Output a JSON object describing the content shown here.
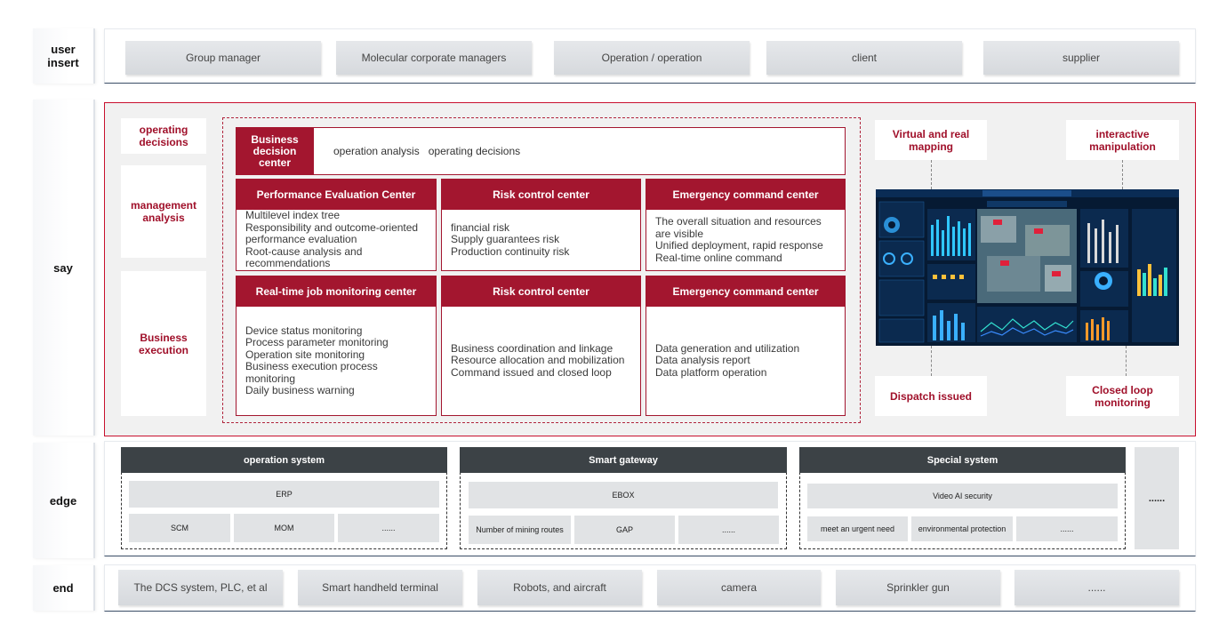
{
  "layers": {
    "user": "user insert",
    "say": "say",
    "edge": "edge",
    "end": "end"
  },
  "user_items": [
    "Group manager",
    "Molecular corporate managers",
    "Operation / operation",
    "client",
    "supplier"
  ],
  "say": {
    "left_labels": [
      "operating decisions",
      "management analysis",
      "Business execution"
    ],
    "decision_title": "Business decision center",
    "decision_text": "operation analysis   operating decisions",
    "cards": [
      {
        "title": "Performance Evaluation Center",
        "lines": [
          "Multilevel index tree",
          "Responsibility and outcome-oriented performance evaluation",
          "Root-cause analysis and recommendations"
        ]
      },
      {
        "title": "Risk control center",
        "lines": [
          "financial risk",
          "Supply guarantees risk",
          "Production continuity risk"
        ]
      },
      {
        "title": "Emergency command center",
        "lines": [
          "The overall situation and resources are visible",
          "Unified deployment, rapid response",
          "Real-time online command"
        ]
      },
      {
        "title": "Real-time job monitoring center",
        "lines": [
          "Device status monitoring",
          "Process parameter monitoring",
          "Operation site monitoring",
          "Business execution process monitoring",
          "Daily business warning"
        ]
      },
      {
        "title": "Risk control center",
        "lines": [
          "Business coordination and linkage",
          "Resource allocation and mobilization",
          "Command issued and closed loop"
        ]
      },
      {
        "title": "Emergency command center",
        "lines": [
          "Data generation and utilization",
          "Data analysis report",
          "Data platform operation"
        ]
      }
    ],
    "right_labels": [
      "Virtual and real mapping",
      "interactive manipulation",
      "Dispatch issued",
      "Closed loop monitoring"
    ],
    "dashboard_icon": "command-dashboard-screenshot"
  },
  "edge": {
    "groups": [
      {
        "title": "operation system",
        "top": "ERP",
        "bottom": [
          "SCM",
          "MOM",
          "......"
        ]
      },
      {
        "title": "Smart gateway",
        "top": "EBOX",
        "bottom": [
          "Number of mining routes",
          "GAP",
          "......"
        ]
      },
      {
        "title": "Special system",
        "top": "Video AI security",
        "bottom": [
          "meet an urgent need",
          "environmental protection",
          "......"
        ]
      }
    ],
    "more": "......"
  },
  "end_items": [
    "The DCS system, PLC, et al",
    "Smart handheld terminal",
    "Robots, and aircraft",
    "camera",
    "Sprinkler gun",
    "......"
  ]
}
